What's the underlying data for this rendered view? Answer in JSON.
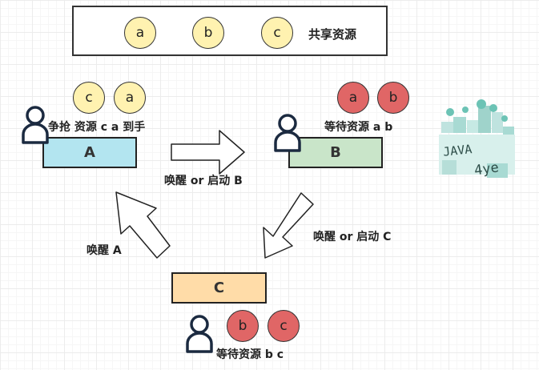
{
  "legend": {
    "items": [
      "a",
      "b",
      "c"
    ],
    "label": "共享资源"
  },
  "thread_a": {
    "name": "A",
    "held": [
      "c",
      "a"
    ],
    "caption": "争抢 资源 c a 到手"
  },
  "thread_b": {
    "name": "B",
    "waiting": [
      "a",
      "b"
    ],
    "caption": "等待资源 a b"
  },
  "thread_c": {
    "name": "C",
    "waiting": [
      "b",
      "c"
    ],
    "caption": "等待资源 b c"
  },
  "arrows": {
    "a_to_b": "唤醒 or 启动 B",
    "b_to_c": "唤醒 or 启动 C",
    "c_to_a": "唤醒 A"
  },
  "logo": {
    "line1": "JAVA",
    "line2": "4ye"
  },
  "colors": {
    "resource_free": "#fff2b0",
    "resource_waiting": "#e06666",
    "thread_a": "#b3e5f0",
    "thread_b": "#c9e5c9",
    "thread_c": "#ffdca8"
  }
}
